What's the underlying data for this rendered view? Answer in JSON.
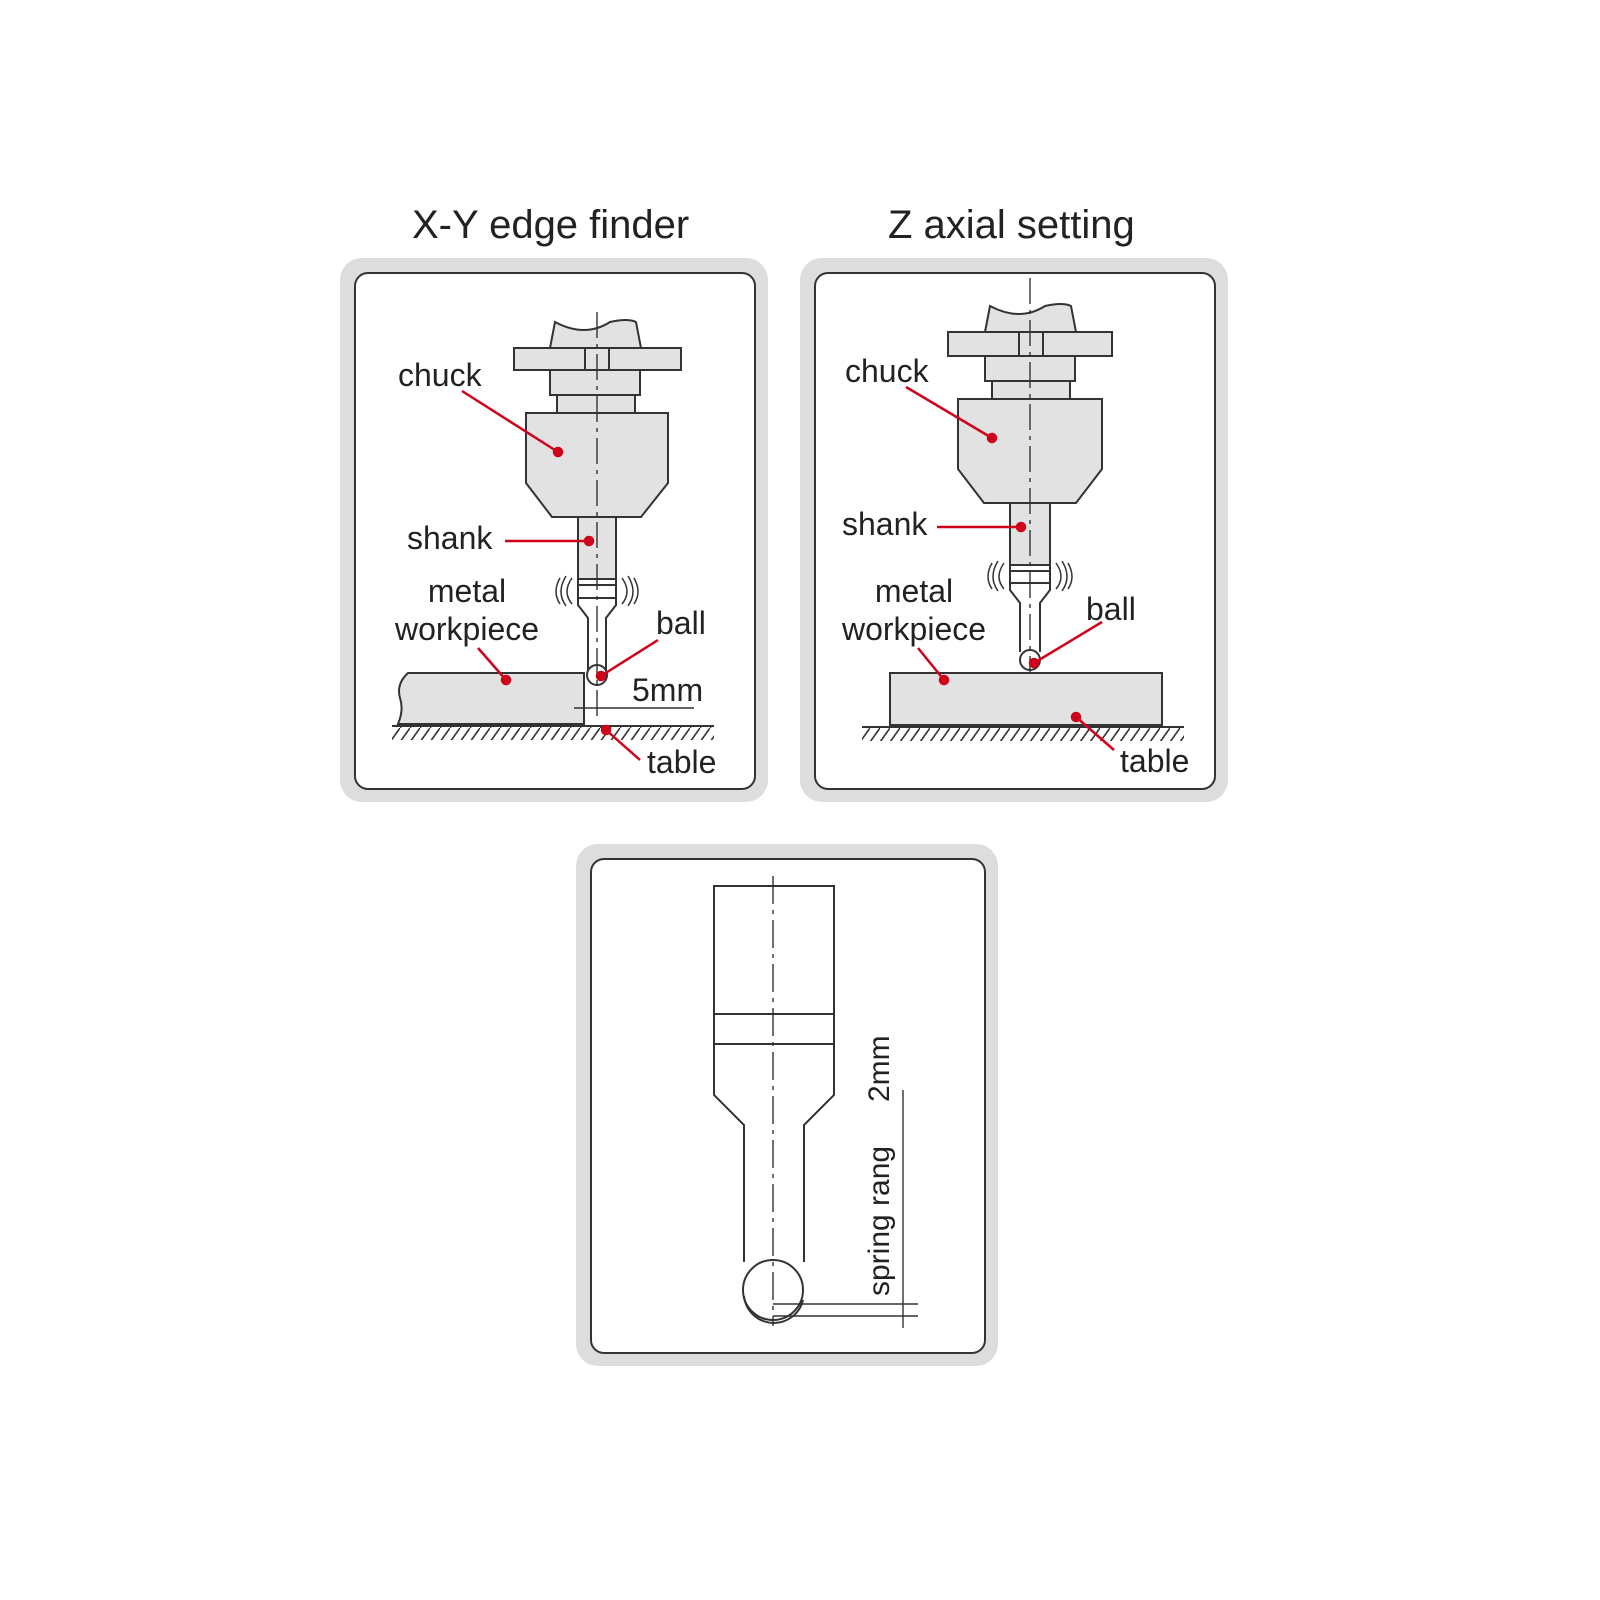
{
  "titles": {
    "xy": "X-Y edge finder",
    "z": "Z axial setting"
  },
  "xy_panel": {
    "chuck": "chuck",
    "shank": "shank",
    "workpiece_line1": "metal",
    "workpiece_line2": "workpiece",
    "ball": "ball",
    "offset": "5mm",
    "table": "table"
  },
  "z_panel": {
    "chuck": "chuck",
    "shank": "shank",
    "workpiece_line1": "metal",
    "workpiece_line2": "workpiece",
    "ball": "ball",
    "table": "table"
  },
  "detail_panel": {
    "spring_range": "spring rang",
    "travel": "2mm"
  },
  "colors": {
    "leader": "#d0021b",
    "line": "#333333",
    "fill": "#e2e2e2",
    "frame": "#dddddd"
  }
}
